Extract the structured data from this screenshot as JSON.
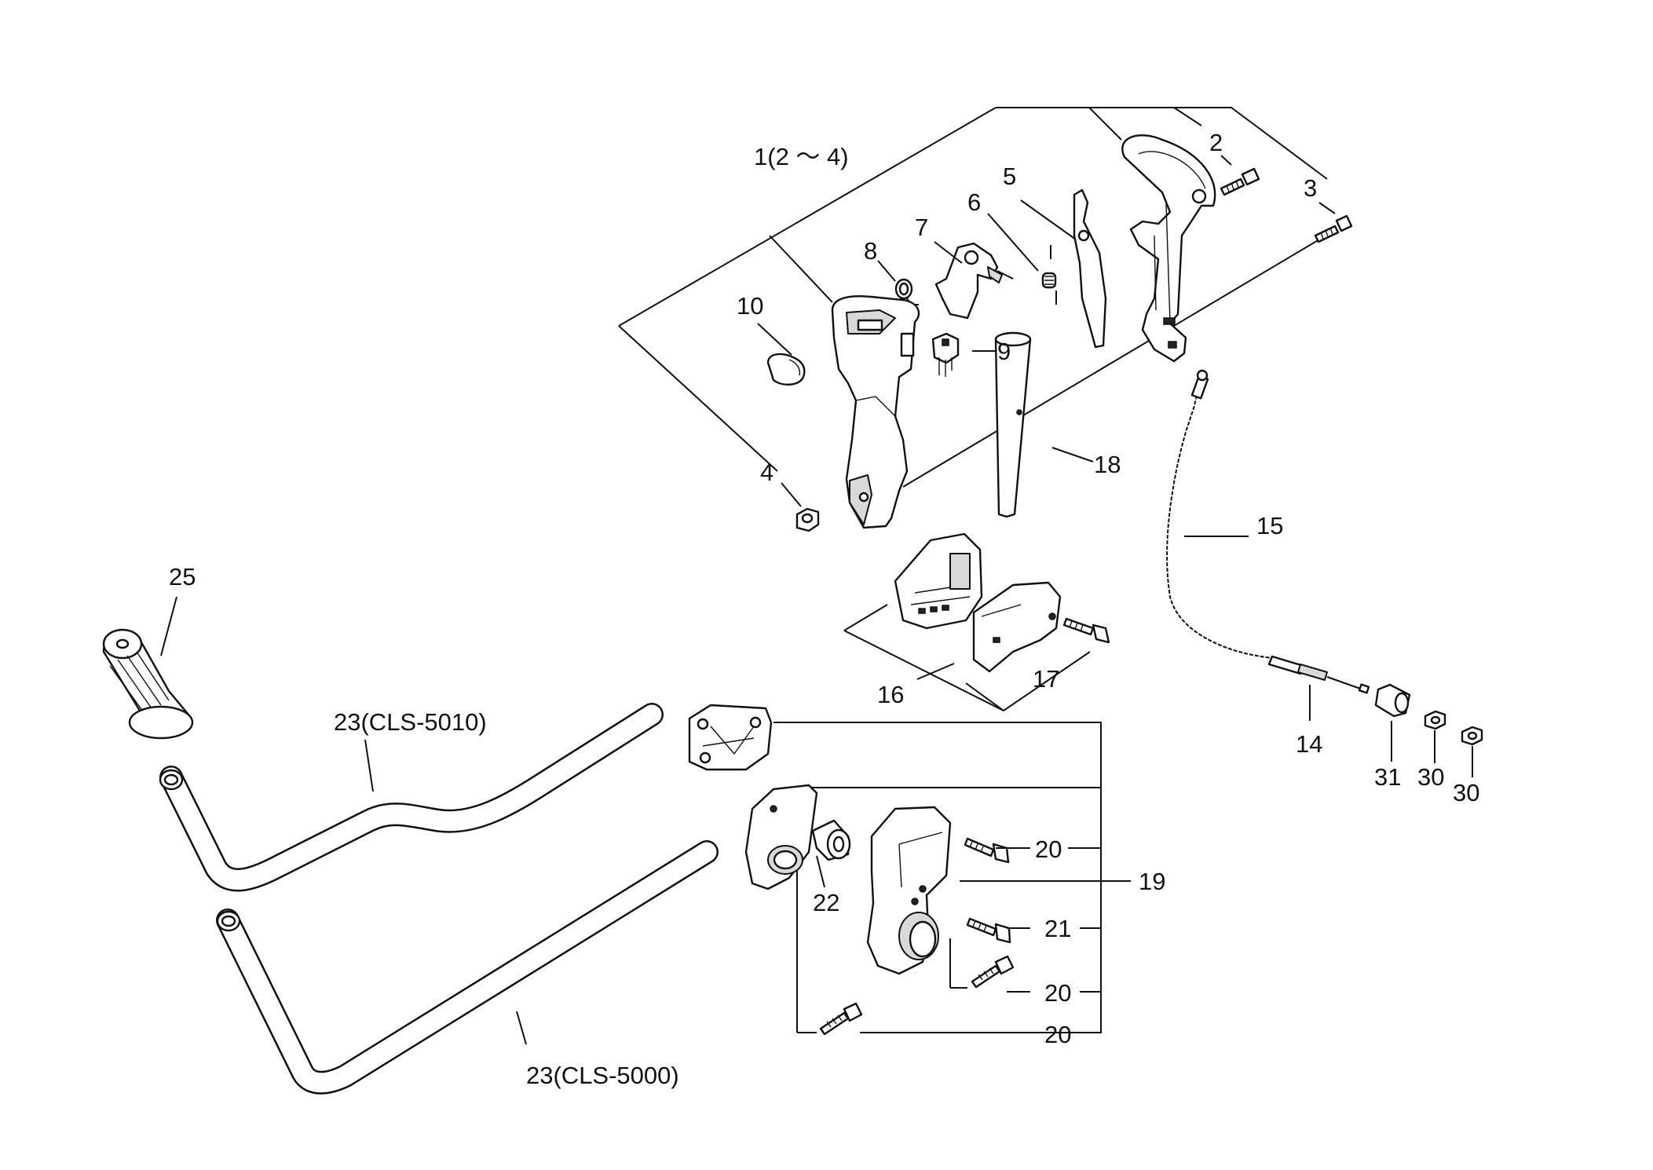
{
  "callouts": {
    "c1": "1(2 〜 4)",
    "c2": "2",
    "c3": "3",
    "c4": "4",
    "c5": "5",
    "c6": "6",
    "c7": "7",
    "c8": "8",
    "c9": "9",
    "c10": "10",
    "c14": "14",
    "c15": "15",
    "c16": "16",
    "c17": "17",
    "c18": "18",
    "c19": "19",
    "c20a": "20",
    "c20b": "20",
    "c20c": "20",
    "c21": "21",
    "c22": "22",
    "c23a": "23(CLS-5010)",
    "c23b": "23(CLS-5000)",
    "c25": "25",
    "c30a": "30",
    "c30b": "30",
    "c31": "31"
  }
}
